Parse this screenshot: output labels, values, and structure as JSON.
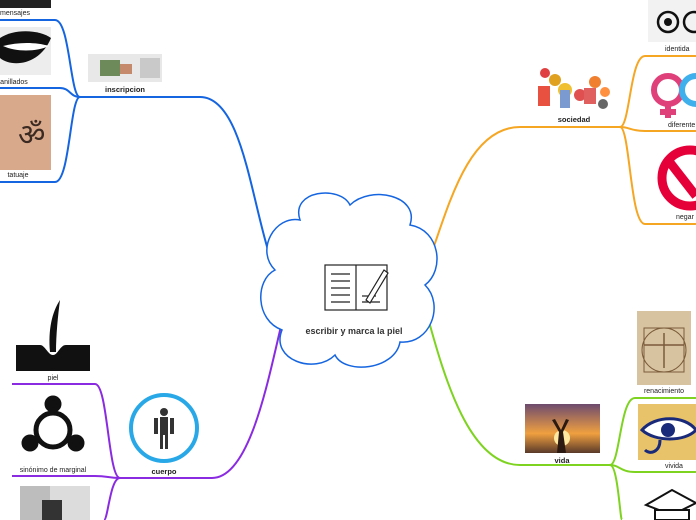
{
  "center": {
    "title": "escribir y marca la piel",
    "icon": "notebook-pen-icon"
  },
  "colors": {
    "blue": "#1565e0",
    "orange": "#f5a623",
    "purple": "#8a2be2",
    "green": "#7ed321",
    "red": "#e6003a",
    "pink": "#e0407a",
    "cyan": "#3fb0ec"
  },
  "nodes": {
    "inscripcion": "inscripcion",
    "mensajes": "mensajes",
    "anillados": "anillados",
    "tatuaje": "tatuaje",
    "sociedad": "sociedad",
    "identidad": "identida",
    "diferente": "diferente",
    "negar": "negar",
    "cuerpo": "cuerpo",
    "piel": "piel",
    "marginal": "sinónimo de marginal",
    "vida": "vida",
    "renacimiento": "renacimiento",
    "vivida": "vivida"
  }
}
